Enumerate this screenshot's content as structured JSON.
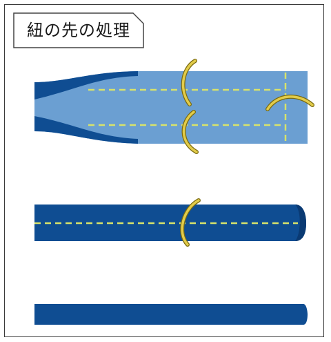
{
  "title": "紐の先の処理",
  "colors": {
    "frame": "#3a3a3a",
    "cord_dark": "#0f4d92",
    "cord_light": "#6b9fd2",
    "stitch": "#d8e36a",
    "needle": "#e2cc4a",
    "needle_outline": "#7a6a10"
  },
  "figures": [
    {
      "name": "flattened-cord-end",
      "stage": 1
    },
    {
      "name": "rolled-cord-stitched",
      "stage": 2
    },
    {
      "name": "finished-cord",
      "stage": 3
    }
  ]
}
